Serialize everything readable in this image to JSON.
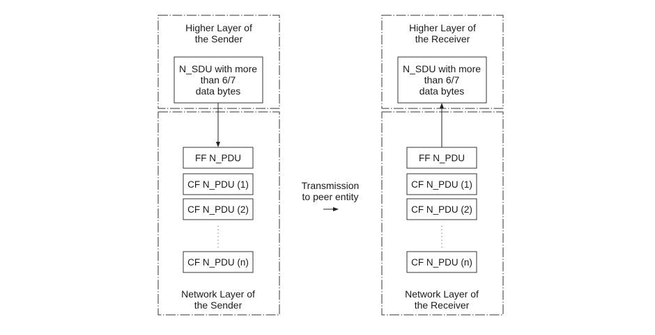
{
  "sender": {
    "higher_layer": [
      "Higher Layer of",
      "the Sender"
    ],
    "sdu_box": [
      "N_SDU with more",
      "than 6/7",
      "data bytes"
    ],
    "pdus": [
      "FF N_PDU",
      "CF N_PDU (1)",
      "CF N_PDU (2)",
      "CF N_PDU (n)"
    ],
    "network_layer": [
      "Network Layer of",
      "the Sender"
    ]
  },
  "receiver": {
    "higher_layer": [
      "Higher Layer of",
      "the Receiver"
    ],
    "sdu_box": [
      "N_SDU with more",
      "than 6/7",
      "data bytes"
    ],
    "pdus": [
      "FF N_PDU",
      "CF N_PDU (1)",
      "CF N_PDU (2)",
      "CF N_PDU (n)"
    ],
    "network_layer": [
      "Network Layer of",
      "the Receiver"
    ]
  },
  "transmission": [
    "Transmission",
    "to peer entity"
  ]
}
